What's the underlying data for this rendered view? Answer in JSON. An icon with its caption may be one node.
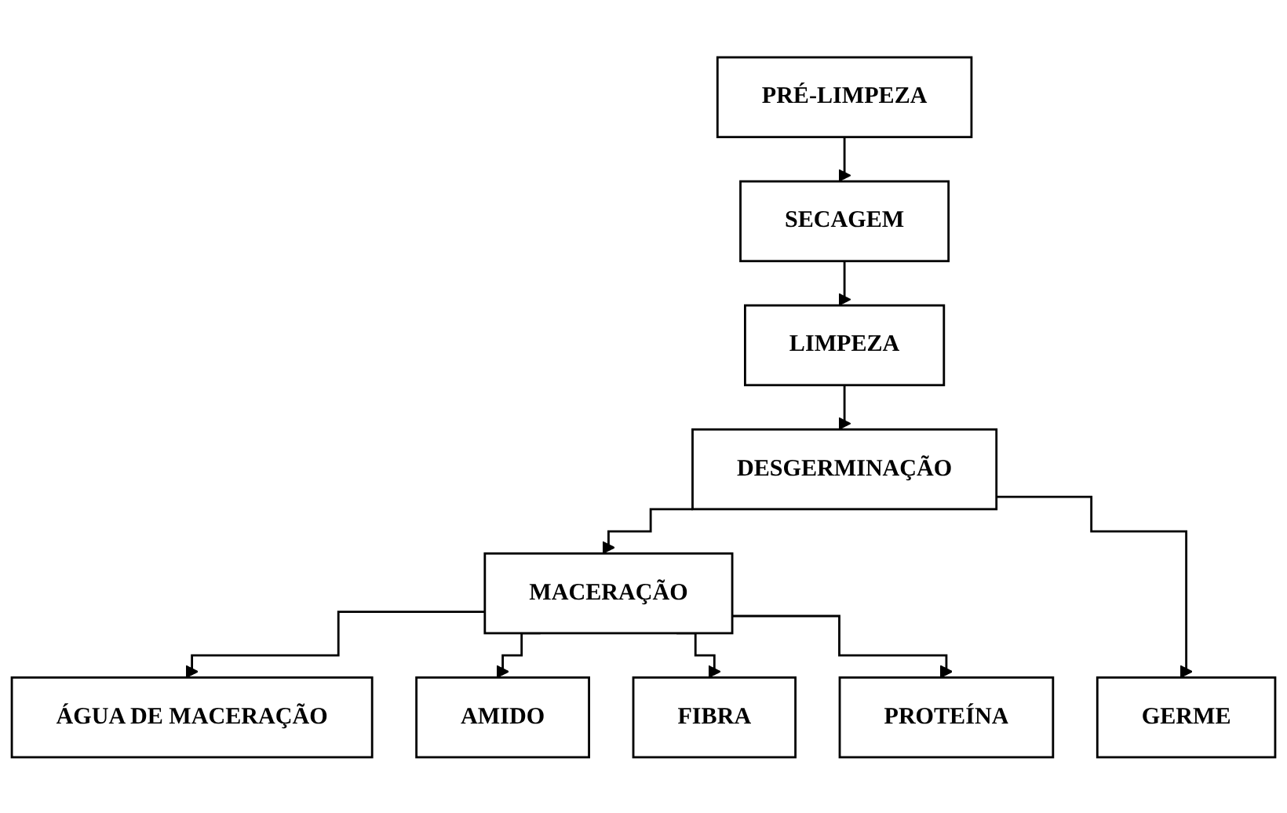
{
  "diagram": {
    "nodes": [
      {
        "text": [
          "PRÉ-LIMPEZA"
        ]
      },
      {
        "text": [
          "SECAGEM"
        ]
      },
      {
        "text": [
          "LIMPEZA"
        ]
      },
      {
        "text": [
          "DESGERMINAÇÃO"
        ]
      },
      {
        "text": [
          "MACERAÇÃO"
        ]
      },
      {
        "text": [
          "ÁGUA DE MACERAÇÃO"
        ]
      },
      {
        "text": [
          "AMIDO"
        ]
      },
      {
        "text": [
          "FIBRA"
        ]
      },
      {
        "text": [
          "PROTEÍNA"
        ]
      },
      {
        "text": [
          "GERME"
        ]
      }
    ],
    "edges": [
      {
        "from": 0,
        "to": 1,
        "arrow": "to"
      },
      {
        "from": 1,
        "to": 2,
        "arrow": "to"
      },
      {
        "from": 2,
        "to": 3,
        "arrow": "to"
      },
      {
        "from": 3,
        "to": 4,
        "arrow": "to"
      },
      {
        "from": 3,
        "to": 9,
        "arrow": "to"
      },
      {
        "from": 4,
        "to": 5,
        "arrow": "to"
      },
      {
        "from": 4,
        "to": 6,
        "arrow": "to"
      },
      {
        "from": 4,
        "to": 7,
        "arrow": "to"
      },
      {
        "from": 4,
        "to": 8,
        "arrow": "to"
      }
    ]
  }
}
